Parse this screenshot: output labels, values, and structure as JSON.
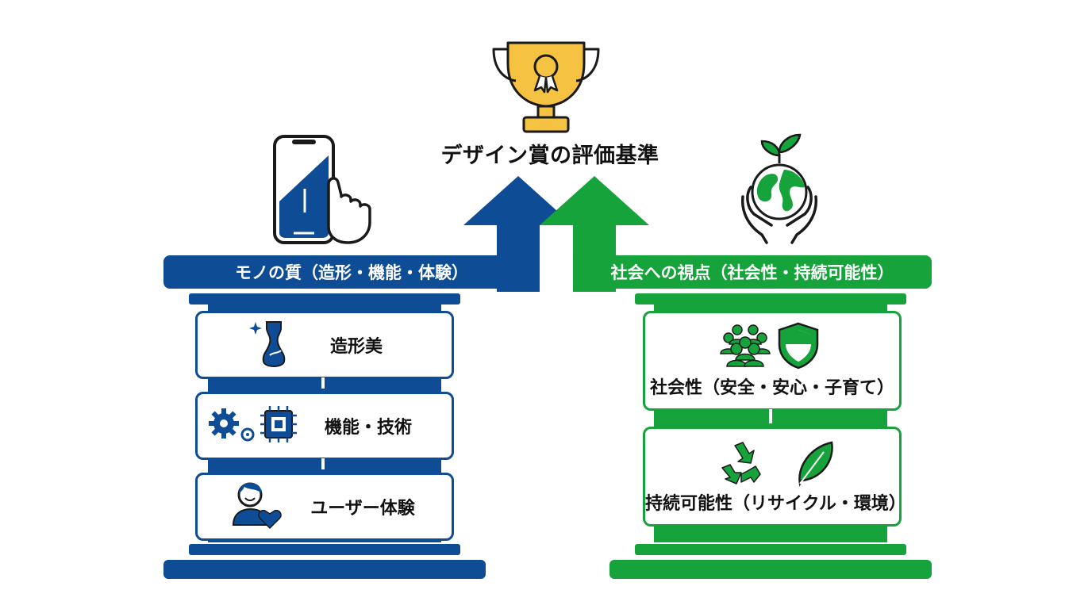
{
  "title": "デザイン賞の評価基準",
  "left": {
    "header": "モノの質（造形・機能・体験）",
    "items": [
      {
        "label": "造形美",
        "icon": "vase-icon"
      },
      {
        "label": "機能・技術",
        "icon": "gear-chip-icon"
      },
      {
        "label": "ユーザー体験",
        "icon": "user-heart-icon"
      }
    ]
  },
  "right": {
    "header": "社会への視点（社会性・持続可能性）",
    "items": [
      {
        "label": "社会性（安全・安心・子育て）",
        "icon": "people-shield-icon"
      },
      {
        "label": "持続可能性（リサイクル・環境）",
        "icon": "recycle-leaf-icon"
      }
    ]
  },
  "colors": {
    "blue": "#0e4c96",
    "green": "#17a33b",
    "gold": "#f5c242"
  }
}
